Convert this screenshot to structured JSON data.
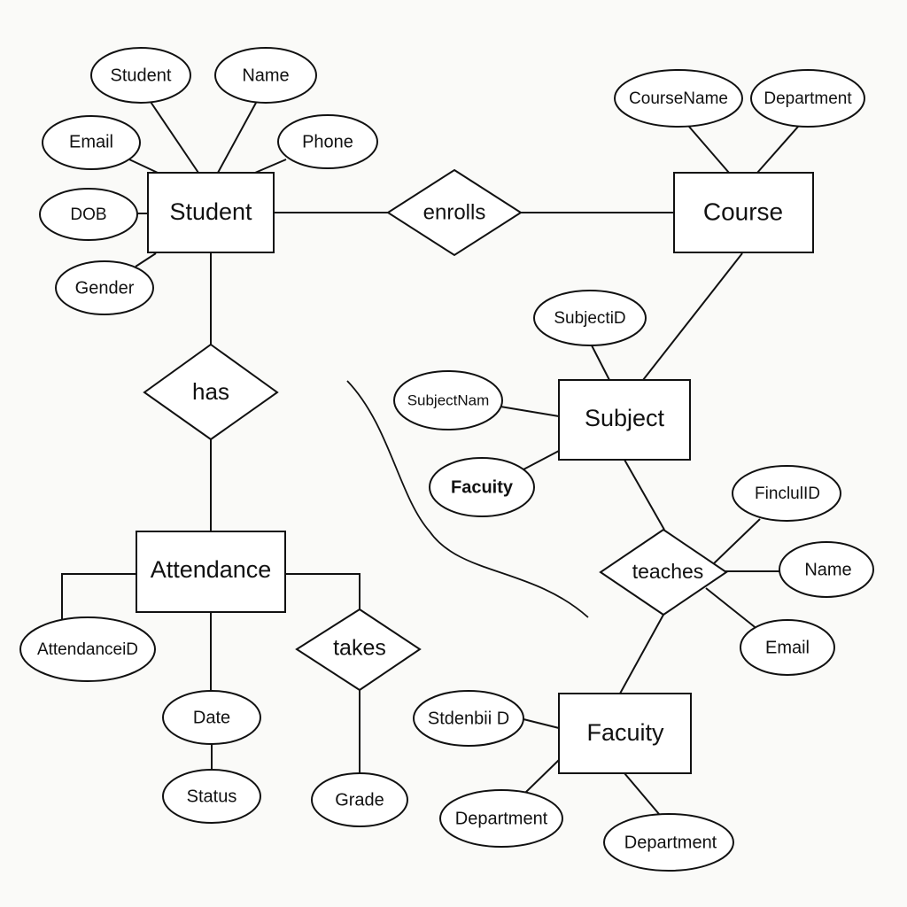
{
  "entities": {
    "student": "Student",
    "course": "Course",
    "subject": "Subject",
    "attendance": "Attendance",
    "faculty": "Facuity"
  },
  "relationships": {
    "enrolls": "enrolls",
    "has": "has",
    "takes": "takes",
    "teaches": "teaches"
  },
  "attributes": {
    "student_student": "Student",
    "student_name": "Name",
    "student_email": "Email",
    "student_phone": "Phone",
    "student_dob": "DOB",
    "student_gender": "Gender",
    "course_name": "CourseName",
    "course_department": "Department",
    "subject_id": "SubjectiD",
    "subject_name": "SubjectNam",
    "subject_faculty": "Facuity",
    "attendance_id": "AttendanceiD",
    "attendance_date": "Date",
    "attendance_status": "Status",
    "takes_grade": "Grade",
    "teaches_id": "FinclulID",
    "teaches_name": "Name",
    "teaches_email": "Email",
    "faculty_student_id": "Stdenbii D",
    "faculty_department_1": "Department",
    "faculty_department_2": "Department"
  },
  "colors": {
    "stroke": "#111111",
    "fill": "#ffffff",
    "background": "#fafaf8"
  }
}
